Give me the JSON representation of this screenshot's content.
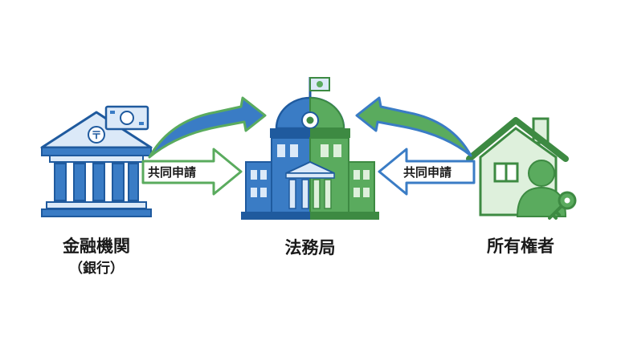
{
  "nodes": {
    "bank": {
      "label": "金融機関",
      "sublabel": "（銀行）"
    },
    "bureau": {
      "label": "法務局"
    },
    "owner": {
      "label": "所有権者"
    }
  },
  "arrows": {
    "left_label": "共同申請",
    "right_label": "共同申請"
  },
  "icons": {
    "bank": "bank-icon",
    "money": "banknote-icon",
    "bureau": "government-building-icon",
    "house": "house-icon",
    "person": "person-icon",
    "key": "key-icon",
    "flag": "flag-icon"
  },
  "colors": {
    "blue": "#3a7cc5",
    "blue_light": "#dbe9f8",
    "blue_dark": "#1f5a9e",
    "green": "#5aab5e",
    "green_light": "#def0dc",
    "green_dark": "#3d8a42"
  }
}
